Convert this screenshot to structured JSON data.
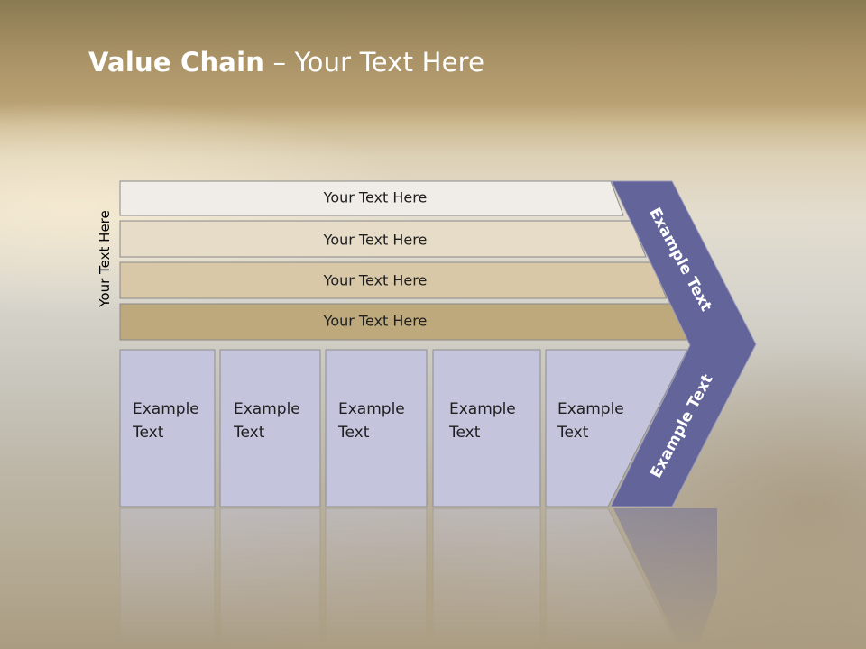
{
  "title": {
    "bold": "Value Chain",
    "rest": " – Your Text Here"
  },
  "side_label": "Your Text Here",
  "bars": [
    {
      "label": "Your Text Here",
      "color": "#f0ede8"
    },
    {
      "label": "Your Text Here",
      "color": "#e6dcc8"
    },
    {
      "label": "Your Text Here",
      "color": "#d8c8a8"
    },
    {
      "label": "Your Text Here",
      "color": "#bda97c"
    }
  ],
  "boxes": [
    {
      "line1": "Example",
      "line2": "Text"
    },
    {
      "line1": "Example",
      "line2": "Text"
    },
    {
      "line1": "Example",
      "line2": "Text"
    },
    {
      "line1": "Example",
      "line2": "Text"
    },
    {
      "line1": "Example",
      "line2": "Text"
    }
  ],
  "chevron": {
    "upper_label": "Example Text",
    "lower_label": "Example Text",
    "color": "#63649a"
  },
  "colors": {
    "box_fill": "#c4c4dc",
    "box_stroke": "#8e8e8e",
    "bar_stroke": "#8a8a8a"
  }
}
